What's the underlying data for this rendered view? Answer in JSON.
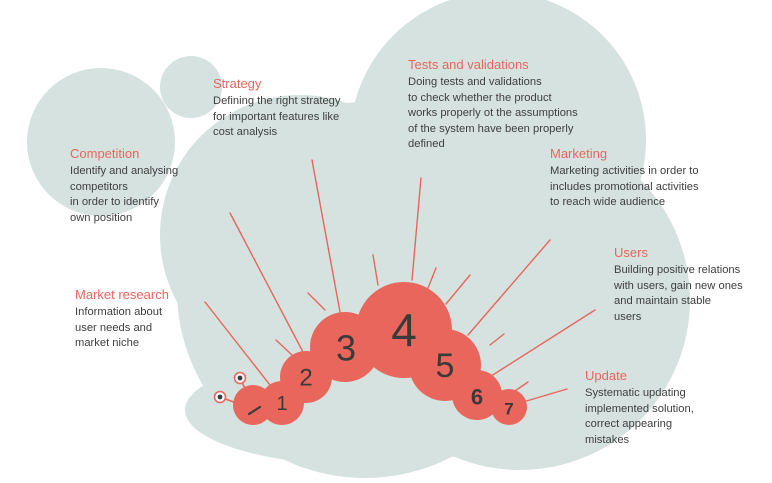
{
  "colors": {
    "cloud": "#d5e2df",
    "accent": "#e8665c",
    "text": "#3f3f3f",
    "number": "#3a3a3a"
  },
  "stages": [
    {
      "number": "1"
    },
    {
      "number": "2"
    },
    {
      "number": "3"
    },
    {
      "number": "4"
    },
    {
      "number": "5"
    },
    {
      "number": "6"
    },
    {
      "number": "7"
    }
  ],
  "labels": {
    "strategy": {
      "title": "Strategy",
      "text": "Defining the right strategy\nfor important features like\ncost analysis"
    },
    "tests": {
      "title": "Tests and validations",
      "text": "Doing tests and validations\nto check whether the product\nworks properly ot the assumptions\nof the system have been properly\ndefined"
    },
    "competition": {
      "title": "Competition",
      "text": "Identify and analysing\ncompetitors\nin order to identify\nown position"
    },
    "marketing": {
      "title": "Marketing",
      "text": "Marketing activities in order to\nincludes promotional activities\nto reach wide audience"
    },
    "users": {
      "title": "Users",
      "text": "Building positive relations\nwith users, gain new ones\nand maintain stable\nusers"
    },
    "market_research": {
      "title": "Market research",
      "text": "Information about\nuser needs and\nmarket niche"
    },
    "update": {
      "title": "Update",
      "text": "Systematic updating\nimplemented solution,\ncorrect appearing\nmistakes"
    }
  }
}
